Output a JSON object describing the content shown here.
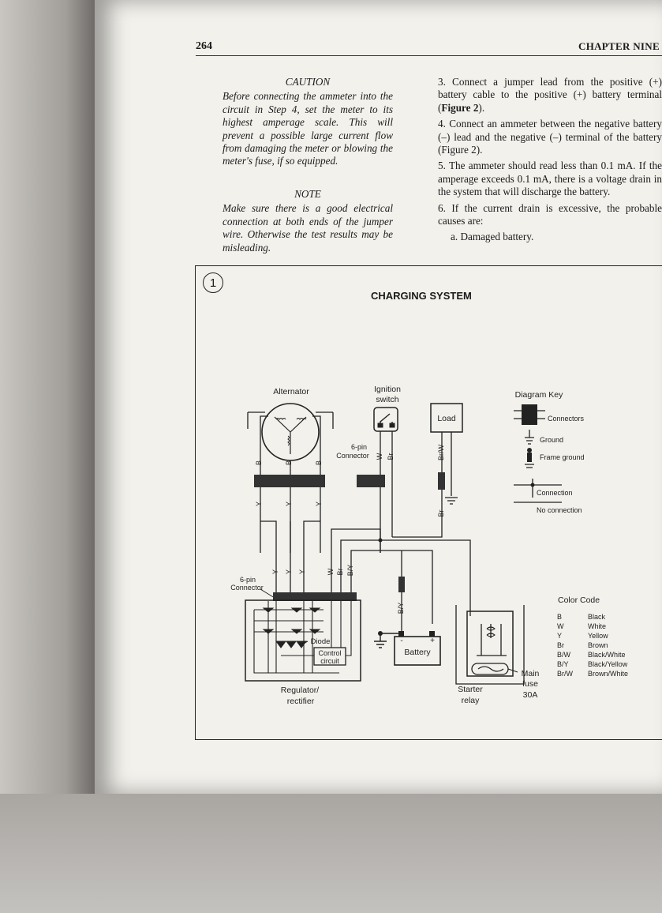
{
  "header": {
    "page_number": "264",
    "chapter": "CHAPTER NINE"
  },
  "caution": {
    "title": "CAUTION",
    "text": "Before connecting the ammeter into the circuit in Step 4, set the meter to its highest amperage scale. This will prevent a possible large current flow from damaging the meter or blowing the meter's fuse, if so equipped."
  },
  "note": {
    "title": "NOTE",
    "text": "Make sure there is a good electrical connection at both ends of the jumper wire. Otherwise the test results may be misleading."
  },
  "steps": {
    "s3_a": "3. Connect a jumper lead from the positive (+) battery cable to the positive (+) battery terminal (",
    "s3_bold": "Figure 2",
    "s3_b": ").",
    "s4": "4. Connect an ammeter between the negative battery (–) lead and the negative (–) terminal of the battery (Figure 2).",
    "s5": "5. The ammeter should read less than 0.1 mA. If the amperage exceeds 0.1 mA, there is a voltage drain in the system that will discharge the battery.",
    "s6": "6. If the current drain is excessive, the probable causes are:",
    "s6a": "a. Damaged battery."
  },
  "figure": {
    "number": "1",
    "title": "CHARGING SYSTEM",
    "labels": {
      "alternator": "Alternator",
      "ignition_1": "Ignition",
      "ignition_2": "switch",
      "load": "Load",
      "pin6_top_1": "6-pin",
      "pin6_top_2": "Connector",
      "pin6_left_1": "6-pin",
      "pin6_left_2": "Connector",
      "diode": "Diode",
      "control_1": "Control",
      "control_2": "circuit",
      "regulator_1": "Regulator/",
      "regulator_2": "rectifier",
      "battery": "Battery",
      "starter_1": "Starter",
      "starter_2": "relay",
      "fuse_1": "Main",
      "fuse_2": "fuse",
      "fuse_3": "30A",
      "minus": "-",
      "plus": "+"
    },
    "wires": {
      "B": "B",
      "Y": "Y",
      "W": "W",
      "Br": "Br",
      "BY": "B/Y",
      "BrW": "Br/W"
    },
    "key": {
      "title": "Diagram Key",
      "connectors": "Connectors",
      "ground": "Ground",
      "frame_ground": "Frame ground",
      "connection": "Connection",
      "no_connection": "No connection"
    },
    "color_code": {
      "title": "Color Code",
      "rows": [
        {
          "code": "B",
          "name": "Black"
        },
        {
          "code": "W",
          "name": "White"
        },
        {
          "code": "Y",
          "name": "Yellow"
        },
        {
          "code": "Br",
          "name": "Brown"
        },
        {
          "code": "B/W",
          "name": "Black/White"
        },
        {
          "code": "B/Y",
          "name": "Black/Yellow"
        },
        {
          "code": "Br/W",
          "name": "Brown/White"
        }
      ]
    }
  }
}
